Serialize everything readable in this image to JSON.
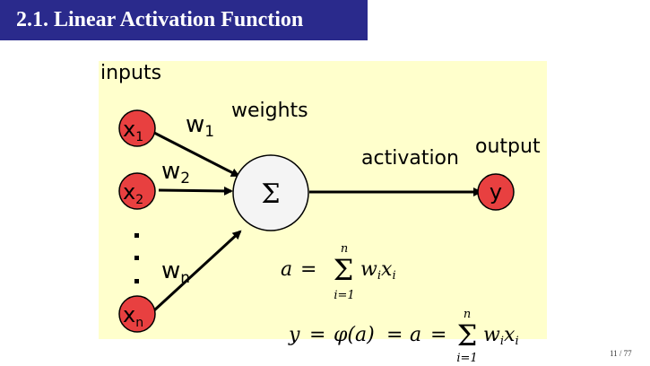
{
  "header": {
    "title": "2.1. Linear Activation Function"
  },
  "diagram": {
    "inputs_label": "inputs",
    "weights_label": "weights",
    "activation_label": "activation",
    "output_label": "output",
    "sum_symbol": "Σ",
    "output_node": "y",
    "nodes": [
      {
        "base": "x",
        "sub": "1"
      },
      {
        "base": "x",
        "sub": "2"
      },
      {
        "base": "x",
        "sub": "n"
      }
    ],
    "weights": [
      {
        "base": "w",
        "sub": "1"
      },
      {
        "base": "w",
        "sub": "2"
      },
      {
        "base": "w",
        "sub": "n"
      }
    ],
    "formula1": {
      "lhs": "a",
      "eq": "=",
      "upper": "n",
      "lower": "i=1",
      "w": "w",
      "i1": "i",
      "x": "x",
      "i2": "i"
    },
    "formula2": {
      "lhs": "y",
      "eq1": "=",
      "phi": "φ(a)",
      "eq2": "=",
      "mid": "a",
      "eq3": "=",
      "upper": "n",
      "lower": "i=1",
      "w": "w",
      "i1": "i",
      "x": "x",
      "i2": "i"
    },
    "colors": {
      "node_fill": "#e84040",
      "panel": "#ffffcc",
      "header": "#2a2a8c"
    }
  },
  "footer": {
    "page": "11 / 77"
  }
}
